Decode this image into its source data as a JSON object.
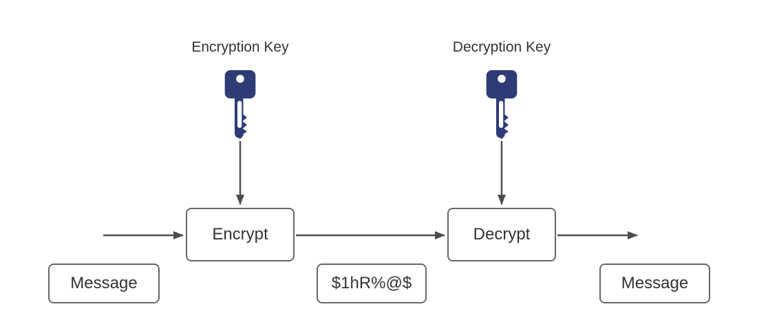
{
  "diagram": {
    "encryption_key": {
      "label": "Encryption Key",
      "icon": "key-icon"
    },
    "decryption_key": {
      "label": "Decryption Key",
      "icon": "key-icon"
    },
    "encrypt_node": {
      "label": "Encrypt"
    },
    "decrypt_node": {
      "label": "Decrypt"
    },
    "plaintext_input": {
      "label": "Message"
    },
    "ciphertext": {
      "label": "$1hR%@$"
    },
    "plaintext_output": {
      "label": "Message"
    }
  },
  "colors": {
    "key_fill": "#2e3b77",
    "node_border": "#666666",
    "arrow": "#4d4d4d",
    "text": "#333333",
    "background": "#ffffff"
  }
}
